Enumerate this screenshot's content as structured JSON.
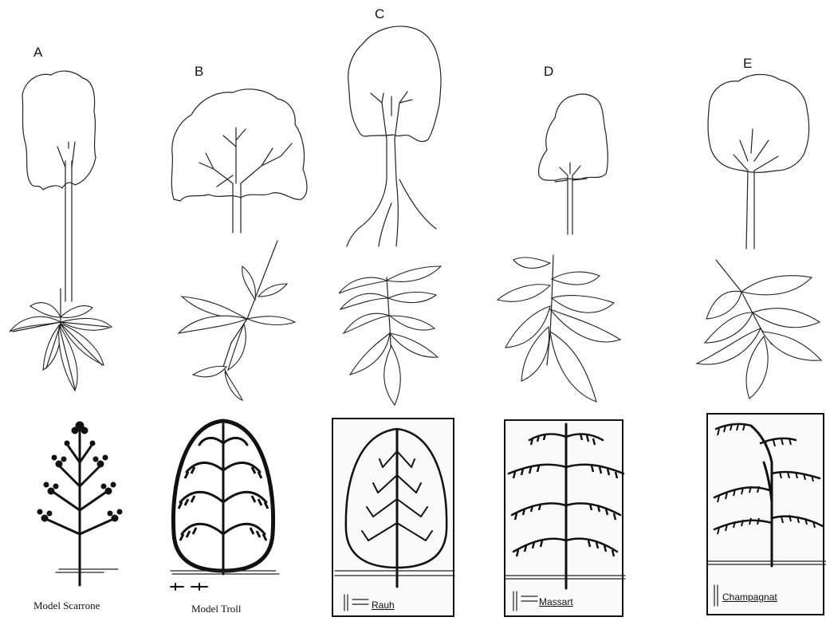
{
  "letters": {
    "a": "A",
    "b": "B",
    "c": "C",
    "d": "D",
    "e": "E"
  },
  "captions": {
    "scarrone": "Model Scarrone",
    "troll": "Model Troll",
    "rauh": "Rauh",
    "massart": "Massart",
    "champagnat": "Champagnat"
  },
  "colors": {
    "ink": "#111111",
    "background": "#ffffff"
  }
}
